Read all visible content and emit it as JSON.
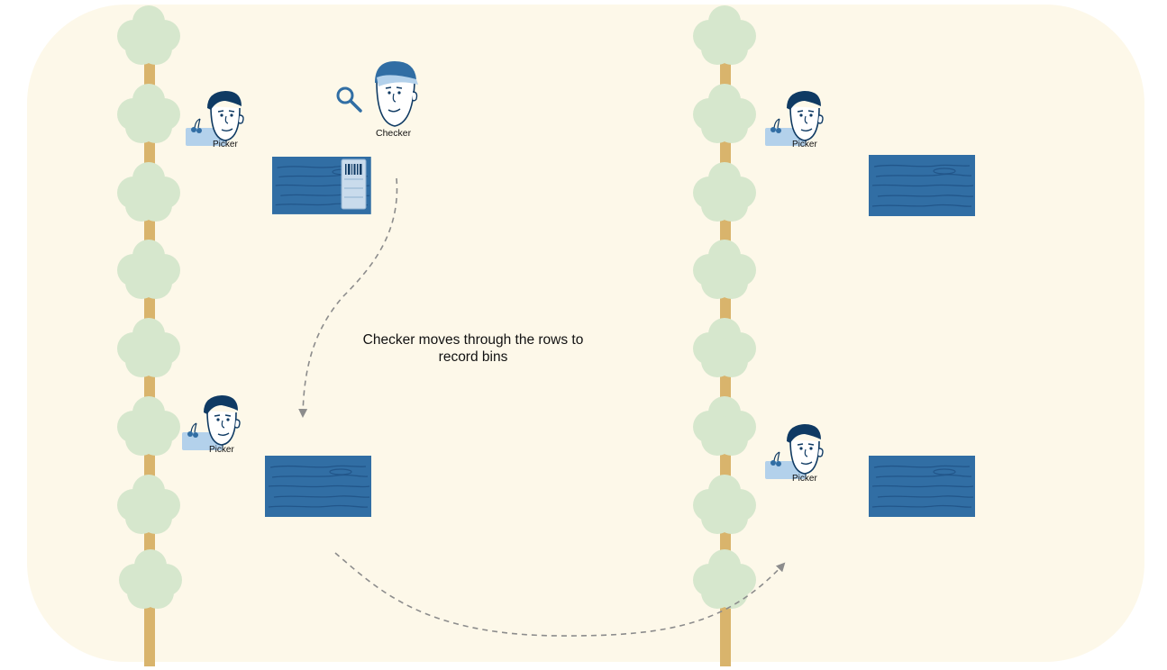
{
  "caption": "Checker moves through the rows to record bins",
  "labels": {
    "picker": "Picker",
    "checker": "Checker"
  },
  "colors": {
    "field": "#fdf8e9",
    "tree_foliage": "#d6e7cd",
    "tree_trunk": "#d9b46c",
    "bin": "#316ea4",
    "bin_grain": "#22568a",
    "person_line": "#0f3a63",
    "arrow": "#8c8c8c"
  },
  "icons": [
    "tree-icon",
    "picker-icon",
    "checker-icon",
    "magnifier-icon",
    "bin-icon",
    "barcode-tag-icon",
    "cherry-basket-icon"
  ]
}
